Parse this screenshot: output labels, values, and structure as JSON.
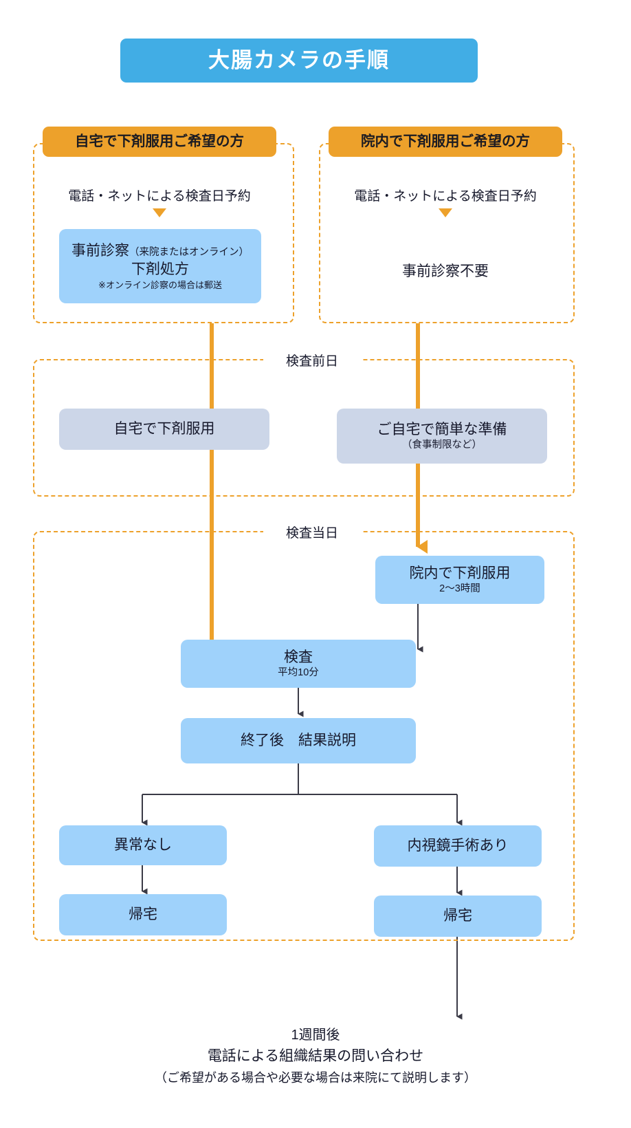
{
  "title": "大腸カメラの手順",
  "theme": {
    "title_blue": "#41ADE5",
    "header_orange": "#EDA12B",
    "box_blue": "#9FD2FB",
    "box_periwinkle": "#CCD6E8",
    "arrow_gray": "#3A3A46",
    "text": "#16182b"
  },
  "branches": {
    "left": {
      "header": "自宅で下剤服用ご希望の方",
      "step_reservation": "電話・ネットによる検査日予約",
      "consult_box": {
        "line1_main": "事前診察",
        "line1_sub": "（来院またはオンライン）",
        "line2": "下剤処方",
        "line3": "※オンライン診察の場合は郵送"
      }
    },
    "right": {
      "header": "院内で下剤服用ご希望の方",
      "step_reservation": "電話・ネットによる検査日予約",
      "no_consult": "事前診察不要"
    }
  },
  "sections": {
    "day_before": {
      "label": "検査前日",
      "left_box": "自宅で下剤服用",
      "right_box_line1": "ご自宅で簡単な準備",
      "right_box_line2": "（食事制限など）"
    },
    "day_of": {
      "label": "検査当日",
      "laxative_in_clinic_line1": "院内で下剤服用",
      "laxative_in_clinic_line2": "2〜3時間",
      "exam_line1": "検査",
      "exam_line2": "平均10分",
      "results": "終了後　結果説明",
      "outcome_normal": "異常なし",
      "outcome_surgery": "内視鏡手術あり",
      "home_left": "帰宅",
      "home_right": "帰宅"
    }
  },
  "followup": {
    "line1": "1週間後",
    "line2": "電話による組織結果の問い合わせ",
    "line3": "（ご希望がある場合や必要な場合は来院にて説明します）"
  },
  "chart_data": {
    "type": "flowchart",
    "title": "大腸カメラの手順",
    "nodes": [
      {
        "id": "title",
        "label": "大腸カメラの手順",
        "style": "title-blue"
      },
      {
        "id": "left-header",
        "label": "自宅で下剤服用ご希望の方",
        "style": "orange-header"
      },
      {
        "id": "right-header",
        "label": "院内で下剤服用ご希望の方",
        "style": "orange-header"
      },
      {
        "id": "left-reserve",
        "label": "電話・ネットによる検査日予約",
        "style": "plain-text"
      },
      {
        "id": "right-reserve",
        "label": "電話・ネットによる検査日予約",
        "style": "plain-text"
      },
      {
        "id": "left-consult",
        "label": "事前診察（来院またはオンライン）下剤処方 ※オンライン診察の場合は郵送",
        "style": "blue-box"
      },
      {
        "id": "right-noconsult",
        "label": "事前診察不要",
        "style": "plain-text"
      },
      {
        "id": "home-laxative",
        "label": "自宅で下剤服用",
        "style": "periwinkle-box"
      },
      {
        "id": "home-prep",
        "label": "ご自宅で簡単な準備（食事制限など）",
        "style": "periwinkle-box"
      },
      {
        "id": "clinic-laxative",
        "label": "院内で下剤服用 2〜3時間",
        "style": "blue-box"
      },
      {
        "id": "exam",
        "label": "検査 平均10分",
        "style": "blue-box"
      },
      {
        "id": "results",
        "label": "終了後　結果説明",
        "style": "blue-box"
      },
      {
        "id": "normal",
        "label": "異常なし",
        "style": "blue-box"
      },
      {
        "id": "surgery",
        "label": "内視鏡手術あり",
        "style": "blue-box"
      },
      {
        "id": "home-left",
        "label": "帰宅",
        "style": "blue-box"
      },
      {
        "id": "home-right",
        "label": "帰宅",
        "style": "blue-box"
      },
      {
        "id": "followup",
        "label": "1週間後 電話による組織結果の問い合わせ",
        "style": "plain-text"
      }
    ],
    "groups": [
      {
        "id": "left-branch",
        "label": "",
        "members": [
          "left-header",
          "left-reserve",
          "left-consult"
        ]
      },
      {
        "id": "right-branch",
        "label": "",
        "members": [
          "right-header",
          "right-reserve",
          "right-noconsult"
        ]
      },
      {
        "id": "day-before",
        "label": "検査前日",
        "members": [
          "home-laxative",
          "home-prep"
        ]
      },
      {
        "id": "day-of",
        "label": "検査当日",
        "members": [
          "clinic-laxative",
          "exam",
          "results",
          "normal",
          "surgery",
          "home-left",
          "home-right"
        ]
      }
    ],
    "edges": [
      {
        "from": "left-reserve",
        "to": "left-consult",
        "color": "#EDA12B"
      },
      {
        "from": "right-reserve",
        "to": "right-noconsult",
        "color": "#EDA12B"
      },
      {
        "from": "left-branch",
        "to": "exam",
        "color": "#EDA12B"
      },
      {
        "from": "right-branch",
        "to": "clinic-laxative",
        "color": "#EDA12B"
      },
      {
        "from": "clinic-laxative",
        "to": "exam",
        "color": "#3A3A46"
      },
      {
        "from": "exam",
        "to": "results",
        "color": "#3A3A46"
      },
      {
        "from": "results",
        "to": "normal",
        "color": "#3A3A46"
      },
      {
        "from": "results",
        "to": "surgery",
        "color": "#3A3A46"
      },
      {
        "from": "normal",
        "to": "home-left",
        "color": "#3A3A46"
      },
      {
        "from": "surgery",
        "to": "home-right",
        "color": "#3A3A46"
      },
      {
        "from": "home-right",
        "to": "followup",
        "color": "#3A3A46"
      }
    ]
  }
}
